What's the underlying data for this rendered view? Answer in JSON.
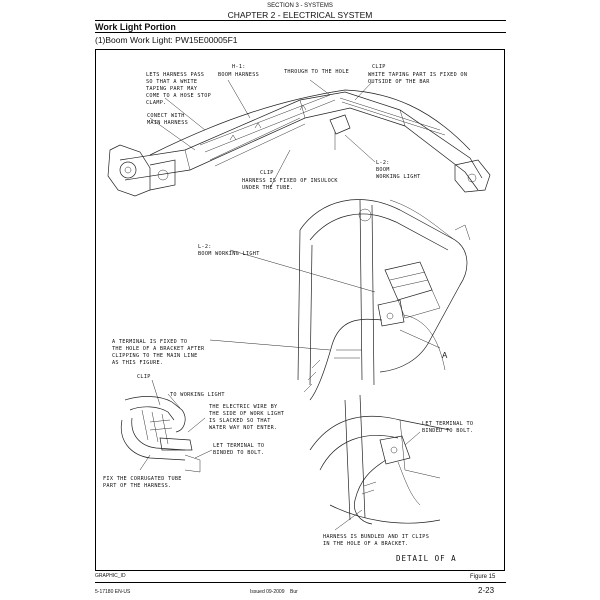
{
  "header": {
    "section": "SECTION 3 - SYSTEMS",
    "chapter": "CHAPTER 2 - ELECTRICAL SYSTEM"
  },
  "title": "Work Light Portion",
  "subtitle": "(1)Boom Work Light: PW15E00005F1",
  "labels": {
    "harness_pass": [
      "LETS HARNESS PASS",
      "SO THAT A WHITE",
      "TAPING PART MAY",
      "COME TO A HOSE STOP",
      "CLAMP."
    ],
    "h1": "H-1:",
    "boom_harness": "BOOM HARNESS",
    "through_hole": "THROUGH TO THE HOLE",
    "clip_top": "CLIP",
    "white_taping": [
      "WHITE TAPING PART IS FIXED ON",
      "OUTSIDE OF THE BAR"
    ],
    "connect_main": [
      "CONECT WITH",
      "MAIN HARNESS"
    ],
    "clip_mid": "CLIP",
    "harness_fixed": [
      "HARNESS IS FIXED OF INSULOCK",
      "UNDER THE TUBE."
    ],
    "l2_top": [
      "L-2:",
      "BOOM",
      "WORKING LIGHT"
    ],
    "l2_mid": [
      "L-2:",
      "BOOM WORKING LIGHT"
    ],
    "terminal_fixed": [
      "A TERMINAL IS FIXED TO",
      "THE HOLE OF A BRACKET AFTER",
      "CLIPPING TO THE MAIN LINE",
      "AS THIS FIGURE."
    ],
    "callout_a": "A",
    "clip_left": "CLIP",
    "to_working_light": "TO WORKING LIGHT",
    "electric_wire": [
      "THE ELECTRIC WIRE BY",
      "THE SIDE OF WORK LIGHT",
      "IS SLACKED SO THAT",
      "WATER WAY NOT ENTER."
    ],
    "let_terminal_left": [
      "LET TERMINAL TO",
      "BINDED TO BOLT."
    ],
    "let_terminal_right": [
      "LET TERMINAL TO",
      "BINDED TO BOLT."
    ],
    "fix_tube": [
      "FIX THE CORRUGATED TUBE",
      "PART OF THE HARNESS."
    ],
    "harness_bundled": [
      "HARNESS IS BUNDLED AND IT CLIPS",
      "IN THE HOLE OF A BRACKET."
    ],
    "detail_a": "DETAIL OF A"
  },
  "footer": {
    "graphic_id": "GRAPHIC_ID",
    "figure": "Figure 15",
    "doc_number": "5-17180 EN-US",
    "issued": "Issued 09-2009",
    "bur": "Bur",
    "page": "2-23"
  }
}
